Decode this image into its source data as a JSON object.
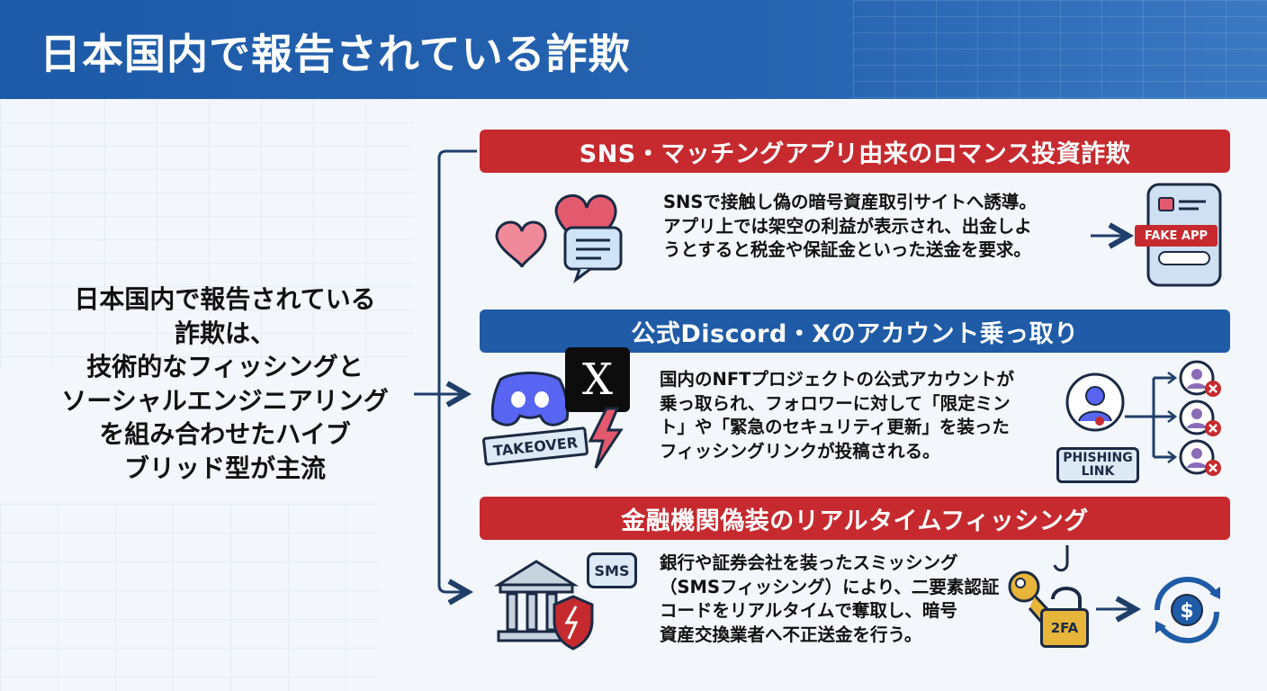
{
  "title": "日本国内で報告されている詐欺",
  "summary_lines": [
    "日本国内で報告されている",
    "詐欺は、",
    "技術的なフィッシングと",
    "ソーシャルエンジニアリング",
    "を組み合わせたハイブ",
    "ブリッド型が主流"
  ],
  "cases": [
    {
      "heading": "SNS・マッチングアプリ由来のロマンス投資詐欺",
      "color": "#c62a2f",
      "lines": [
        "SNSで接触し偽の暗号資産取引サイトへ誘導。",
        "アプリ上では架空の利益が表示され、出金しよ",
        "うとすると税金や保証金といった送金を要求。"
      ],
      "badge": "FAKE APP"
    },
    {
      "heading": "公式Discord・Xのアカウント乗っ取り",
      "color": "#1f5ba6",
      "lines": [
        "国内のNFTプロジェクトの公式アカウントが",
        "乗っ取られ、フォロワーに対して「限定ミン",
        "ト」や「緊急のセキュリティ更新」を装った",
        "フィッシングリンクが投稿される。"
      ],
      "badge": "TAKEOVER",
      "badge2_line1": "PHISHING",
      "badge2_line2": "LINK",
      "x_glyph": "X"
    },
    {
      "heading": "金融機関偽装のリアルタイムフィッシング",
      "color": "#c62a2f",
      "lines": [
        "銀行や証券会社を装ったスミッシング",
        "（SMSフィッシング）により、二要素認証",
        "コードをリアルタイムで奪取し、暗号",
        "資産交換業者へ不正送金を行う。"
      ],
      "badge": "SMS",
      "badge2": "2FA",
      "dollar": "$"
    }
  ]
}
